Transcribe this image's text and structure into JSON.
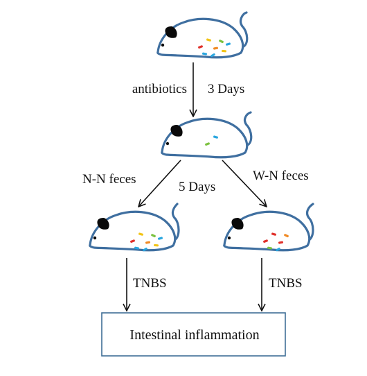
{
  "labels": {
    "antibiotics": "antibiotics",
    "three_days": "3 Days",
    "nn_feces": "N-N feces",
    "wn_feces": "W-N feces",
    "five_days": "5 Days",
    "tnbs_left": "TNBS",
    "tnbs_right": "TNBS",
    "outcome": "Intestinal inflammation"
  },
  "mice": [
    {
      "id": "mouse-initial",
      "bacteria": [
        "red",
        "yellow",
        "orange",
        "green",
        "blue",
        "blue",
        "yellow",
        "blue"
      ]
    },
    {
      "id": "mouse-after-antibiotics",
      "bacteria": [
        "green",
        "blue"
      ]
    },
    {
      "id": "mouse-nn-feces",
      "bacteria": [
        "red",
        "yellow",
        "orange",
        "green",
        "blue",
        "blue",
        "yellow",
        "blue"
      ]
    },
    {
      "id": "mouse-wn-feces",
      "bacteria": [
        "red",
        "red",
        "red",
        "orange",
        "green",
        "blue"
      ]
    }
  ],
  "colors": {
    "mouse_outline": "#3f6fa0",
    "box_border": "#3f6e96",
    "bacteria": {
      "red": "#e0302a",
      "yellow": "#f2c418",
      "orange": "#f08a24",
      "green": "#7cc240",
      "blue": "#2aa6df"
    }
  }
}
